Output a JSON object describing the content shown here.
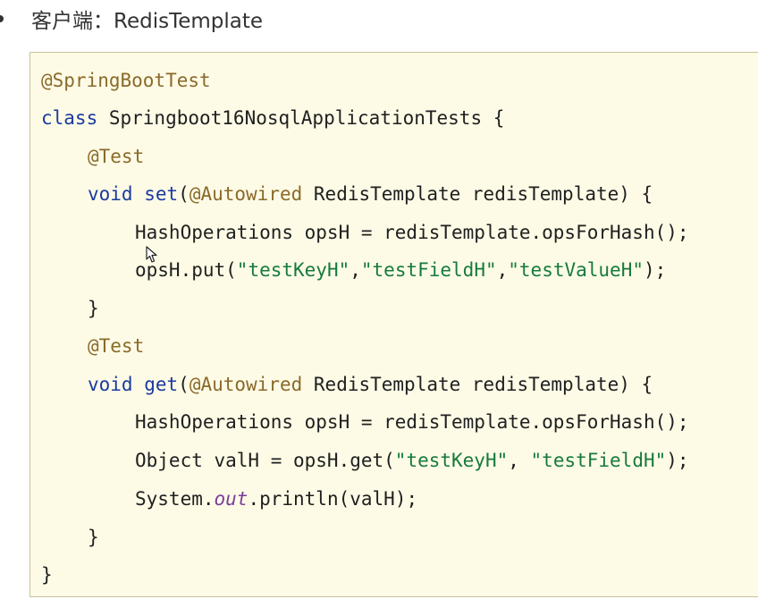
{
  "heading": {
    "title": "客户端：RedisTemplate"
  },
  "code": {
    "lines": [
      [
        {
          "t": "@SpringBootTest",
          "c": "ann"
        }
      ],
      [
        {
          "t": "class",
          "c": "kw"
        },
        {
          "t": " Springboot16NosqlApplicationTests {",
          "c": "plain"
        }
      ],
      [
        {
          "t": "@Test",
          "c": "ann"
        }
      ],
      [
        {
          "t": "void",
          "c": "kw"
        },
        {
          "t": " ",
          "c": "plain"
        },
        {
          "t": "set",
          "c": "kw"
        },
        {
          "t": "(",
          "c": "plain"
        },
        {
          "t": "@Autowired",
          "c": "ann"
        },
        {
          "t": " RedisTemplate redisTemplate) {",
          "c": "plain"
        }
      ],
      [
        {
          "t": "HashOperations opsH = redisTemplate.opsForHash();",
          "c": "plain"
        }
      ],
      [
        {
          "t": "opsH.put(",
          "c": "plain"
        },
        {
          "t": "\"testKeyH\"",
          "c": "str"
        },
        {
          "t": ",",
          "c": "plain"
        },
        {
          "t": "\"testFieldH\"",
          "c": "str"
        },
        {
          "t": ",",
          "c": "plain"
        },
        {
          "t": "\"testValueH\"",
          "c": "str"
        },
        {
          "t": ");",
          "c": "plain"
        }
      ],
      [
        {
          "t": "}",
          "c": "plain"
        }
      ],
      [
        {
          "t": "@Test",
          "c": "ann"
        }
      ],
      [
        {
          "t": "void",
          "c": "kw"
        },
        {
          "t": " ",
          "c": "plain"
        },
        {
          "t": "get",
          "c": "kw"
        },
        {
          "t": "(",
          "c": "plain"
        },
        {
          "t": "@Autowired",
          "c": "ann"
        },
        {
          "t": " RedisTemplate redisTemplate) {",
          "c": "plain"
        }
      ],
      [
        {
          "t": "HashOperations opsH = redisTemplate.opsForHash();",
          "c": "plain"
        }
      ],
      [
        {
          "t": "Object valH = opsH.get(",
          "c": "plain"
        },
        {
          "t": "\"testKeyH\"",
          "c": "str"
        },
        {
          "t": ", ",
          "c": "plain"
        },
        {
          "t": "\"testFieldH\"",
          "c": "str"
        },
        {
          "t": ");",
          "c": "plain"
        }
      ],
      [
        {
          "t": "System.",
          "c": "plain"
        },
        {
          "t": "out",
          "c": "fld"
        },
        {
          "t": ".println(valH);",
          "c": "plain"
        }
      ],
      [
        {
          "t": "}",
          "c": "plain"
        }
      ],
      [
        {
          "t": "}",
          "c": "plain"
        }
      ]
    ]
  },
  "colors": {
    "annotation": "#8a6a2a",
    "keyword": "#1b3aa0",
    "string": "#177a3c",
    "field": "#7a3d9c",
    "background": "#fdfbe6",
    "border": "#c9c39a"
  }
}
